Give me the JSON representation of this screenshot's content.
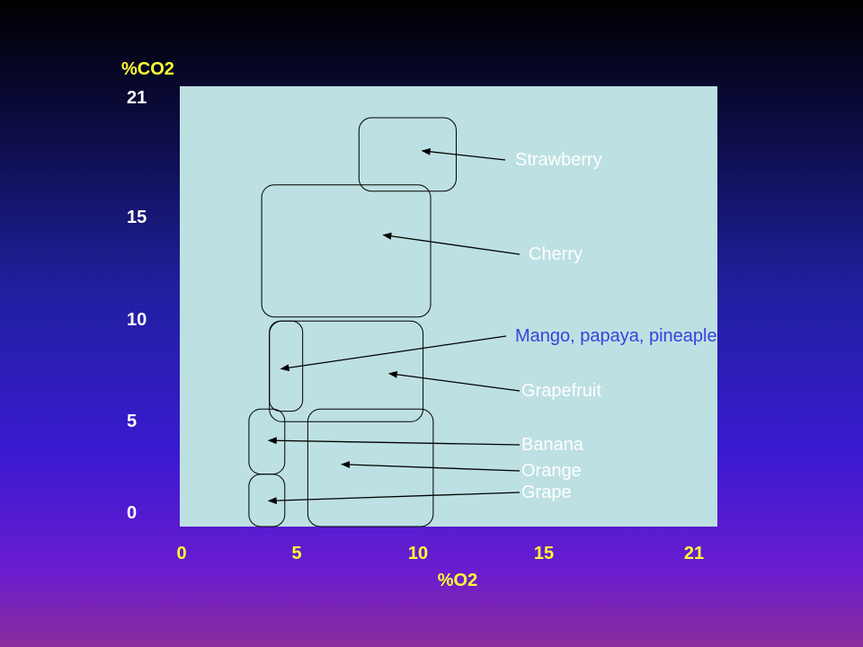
{
  "chart_data": {
    "type": "diagram-range-chart",
    "title": "",
    "xlabel": "%O2",
    "ylabel": "%CO2",
    "x_ticks": [
      "0",
      "5",
      "10",
      "15",
      "21"
    ],
    "y_ticks": [
      "21",
      "15",
      "10",
      "5",
      "0"
    ],
    "xlim": [
      0,
      21
    ],
    "ylim": [
      0,
      21
    ],
    "plot_background": "#bde0e2",
    "axis_label_color": "#ffff33",
    "tick_label_color": "#ffffff",
    "x_tick_color": "#ffff33",
    "ranges": [
      {
        "label": "Strawberry",
        "o2": [
          7,
          10.8
        ],
        "co2": [
          16,
          19.5
        ],
        "label_color": "#ffffff"
      },
      {
        "label": "Cherry",
        "o2": [
          3.2,
          9.8
        ],
        "co2": [
          10,
          16.3
        ],
        "label_color": "#ffffff"
      },
      {
        "label": "Mango, papaya, pineaple",
        "o2": [
          3.5,
          4.8
        ],
        "co2": [
          5.5,
          9.8
        ],
        "label_color": "#3344dd"
      },
      {
        "label": "Grapefruit",
        "o2": [
          3.5,
          9.5
        ],
        "co2": [
          5,
          9.8
        ],
        "label_color": "#ffffff"
      },
      {
        "label": "Banana",
        "o2": [
          2.7,
          4.1
        ],
        "co2": [
          2.5,
          5.6
        ],
        "label_color": "#ffffff"
      },
      {
        "label": "Orange",
        "o2": [
          5,
          9.9
        ],
        "co2": [
          0,
          5.6
        ],
        "label_color": "#ffffff"
      },
      {
        "label": "Grape",
        "o2": [
          2.7,
          4.1
        ],
        "co2": [
          0,
          2.5
        ],
        "label_color": "#ffffff"
      }
    ]
  }
}
